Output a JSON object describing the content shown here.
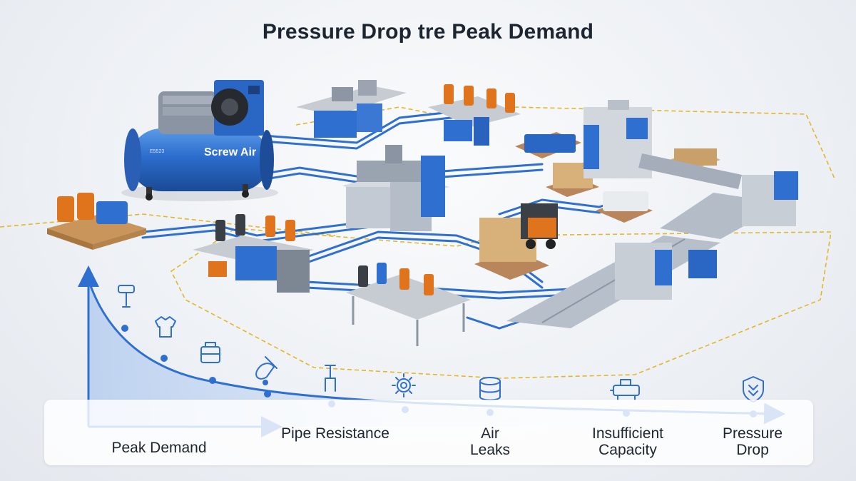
{
  "title": "Pressure Drop tre Peak Demand",
  "compressor": {
    "brand": "Screw Air",
    "badge": "E5523"
  },
  "colors": {
    "pipe": "#2f6fd0",
    "accent": "#2f6fd0",
    "dashed_zone": "#e0b82a",
    "text": "#1d2530"
  },
  "flow_steps": [
    {
      "label": "Peak Demand",
      "icon": "peak-demand-graph"
    },
    {
      "label": "Pipe Resistance",
      "icon": "pipe-fitting-icon"
    },
    {
      "label": "Air Leaks",
      "icon": "gear-icon"
    },
    {
      "label": "Insufficient Capacity",
      "icon": "compressor-icon"
    },
    {
      "label": "Pressure Drop",
      "icon": "shield-down-icon"
    }
  ],
  "curve_icons": [
    "drill-icon",
    "tool-shirt-icon",
    "tool-box-icon",
    "leak-wrench-icon",
    "pipe-fitting-icon",
    "gear-icon",
    "database-icon",
    "compressor-icon",
    "shield-down-icon"
  ]
}
